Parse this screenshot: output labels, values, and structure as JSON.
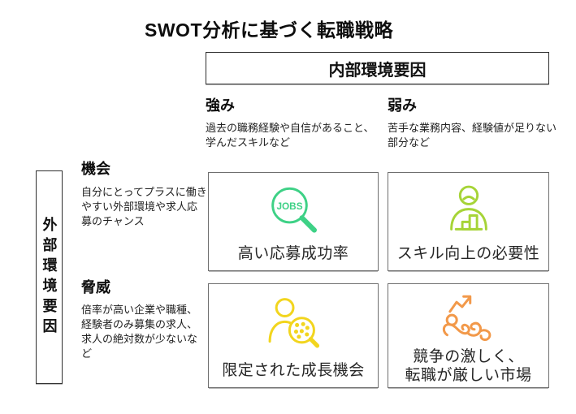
{
  "title": "SWOT分析に基づく転職戦略",
  "internal_header": "内部環境要因",
  "external_header": "外部環境要因",
  "columns": [
    {
      "label": "強み",
      "description": "過去の職務経験や自信があること、学んだスキルなど"
    },
    {
      "label": "弱み",
      "description": "苦手な業務内容、経験値が足りない部分など"
    }
  ],
  "rows": [
    {
      "label": "機会",
      "description": "自分にとってプラスに働きやすい外部環境や求人応募のチャンス"
    },
    {
      "label": "脅威",
      "description": "倍率が高い企業や職種、経験者のみ募集の求人、求人の絶対数が少ないなど"
    }
  ],
  "quadrants": [
    {
      "cell": "opportunity-strength",
      "label": "高い応募成功率",
      "icon": "jobs-magnifier-icon",
      "icon_text": "JOBS",
      "color": "#3ed186"
    },
    {
      "cell": "opportunity-weakness",
      "label": "スキル向上の必要性",
      "icon": "person-bar-chart-icon",
      "color": "#a6d437"
    },
    {
      "cell": "threat-strength",
      "label": "限定された成長機会",
      "icon": "person-search-dots-icon",
      "color": "#f2d51e"
    },
    {
      "cell": "threat-weakness",
      "label": "競争の激しく、\n転職が厳しい市場",
      "icon": "tangled-competition-arrow-icon",
      "color": "#f2994a"
    }
  ],
  "colors": {
    "title_text": "#0d0d0d",
    "body_text": "#1f1f1f",
    "box_border_dark": "#2e2e2e",
    "quad_border": "#6f6f6f",
    "background": "#ffffff"
  }
}
